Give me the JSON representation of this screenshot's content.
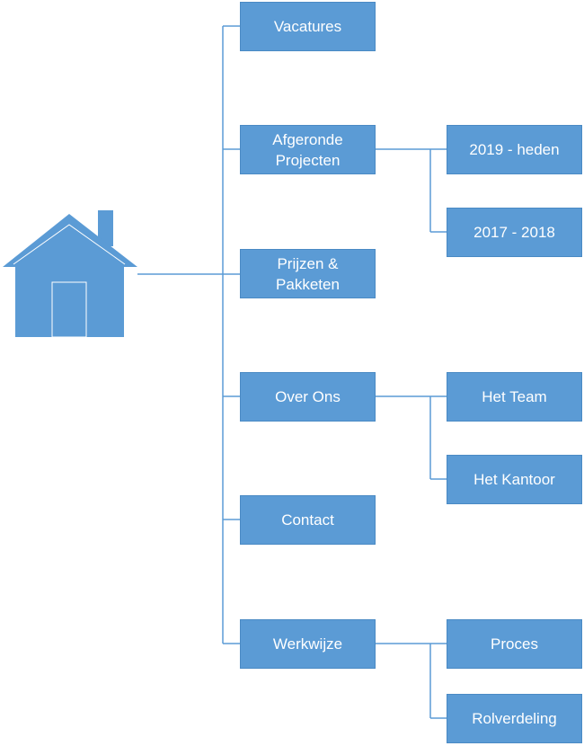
{
  "home": {
    "icon": "house-icon",
    "color": "#5b9bd5"
  },
  "colors": {
    "box_fill": "#5b9bd5",
    "connector": "#5b9bd5",
    "text": "#ffffff"
  },
  "nodes": [
    {
      "label": "Vacatures",
      "children": []
    },
    {
      "label": "Afgeronde\nProjecten",
      "children": [
        "2019 - heden",
        "2017 - 2018"
      ]
    },
    {
      "label": "Prijzen &\nPakketen",
      "children": []
    },
    {
      "label": "Over Ons",
      "children": [
        "Het Team",
        "Het Kantoor"
      ]
    },
    {
      "label": "Contact",
      "children": []
    },
    {
      "label": "Werkwijze",
      "children": [
        "Proces",
        "Rolverdeling"
      ]
    }
  ]
}
